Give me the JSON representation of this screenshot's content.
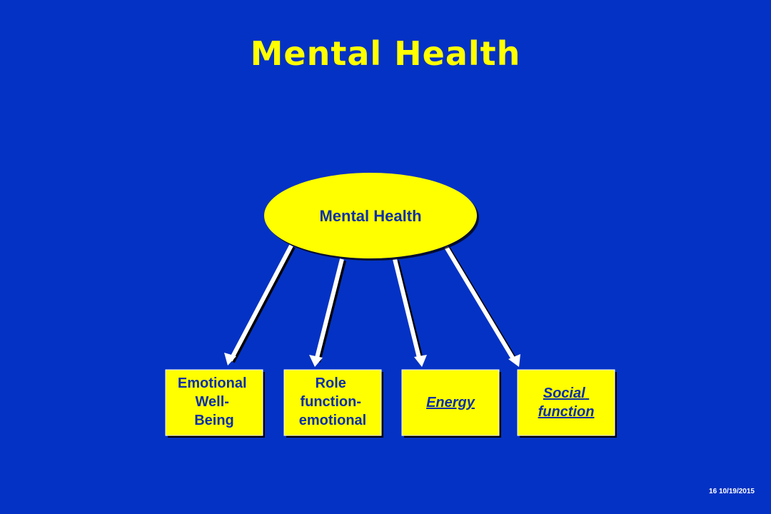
{
  "title": "Mental Health",
  "center_node": {
    "label": "Mental Health"
  },
  "boxes": [
    {
      "lines": [
        "Emotional",
        "Well-",
        "Being"
      ]
    },
    {
      "lines": [
        "Role",
        "function-",
        "emotional"
      ]
    },
    {
      "lines": [
        "Energy"
      ],
      "style": "italic-underline"
    },
    {
      "lines": [
        "Social",
        "function"
      ],
      "style": "italic-underline"
    }
  ],
  "footer": {
    "slide_number": "16",
    "date": "10/19/2015"
  },
  "colors": {
    "background": "#0432c4",
    "title": "#ffff00",
    "node_fill": "#ffff00",
    "node_text": "#0a2fa8",
    "arrow": "#ffffff"
  }
}
